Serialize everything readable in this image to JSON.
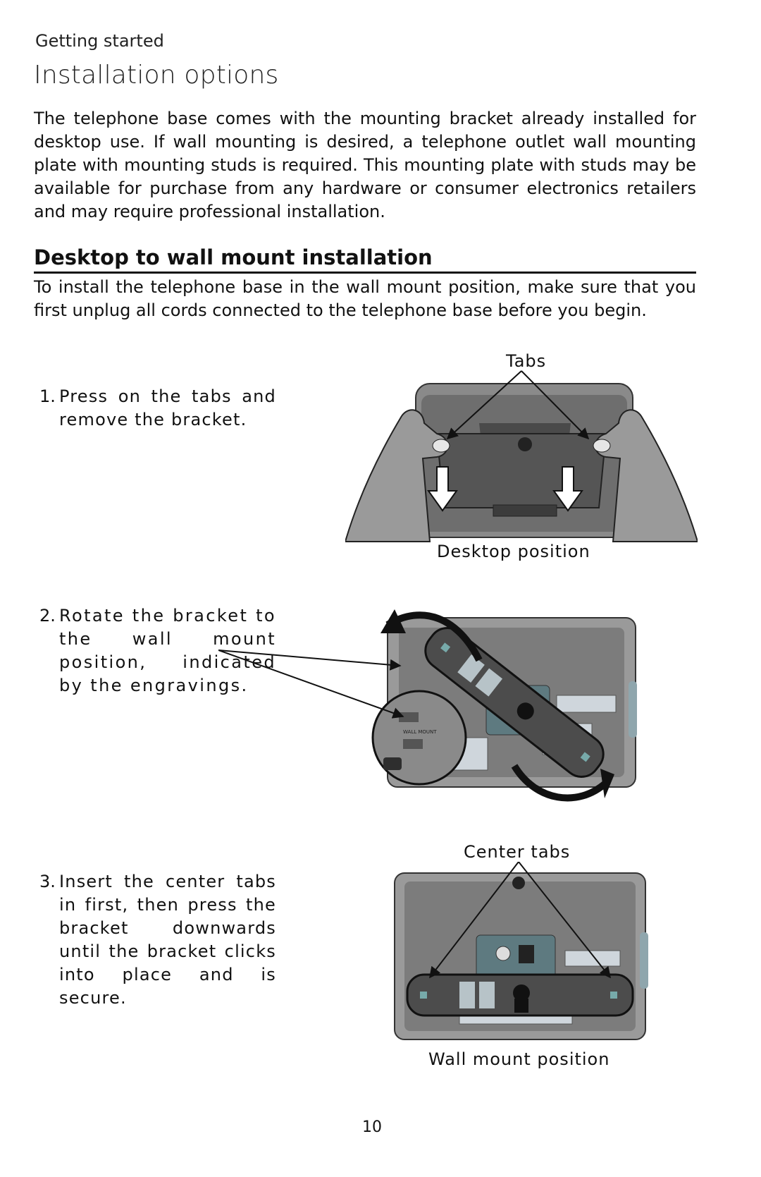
{
  "header": {
    "section": "Getting started",
    "title": "Installation options"
  },
  "intro": "The telephone base comes with the mounting bracket already installed for desktop use. If wall mounting is desired, a telephone outlet wall mounting plate with mounting studs is required. This mounting plate with studs may be available for purchase from any hardware or consumer electronics retailers and may require professional installation.",
  "section": {
    "heading": "Desktop to wall mount installation",
    "note": "To install the telephone base in the wall mount position, make sure that you first unplug all cords connected to the telephone base before you begin."
  },
  "steps": [
    {
      "number": "1.",
      "text": "Press on the tabs and remove the bracket."
    },
    {
      "number": "2.",
      "text": "Rotate the bracket to the wall mount position, indicated by the engravings."
    },
    {
      "number": "3.",
      "text": "Insert the center tabs in first, then press the bracket downwards until the bracket clicks into place and is secure."
    }
  ],
  "figures": {
    "fig1": {
      "callout": "Tabs",
      "caption": "Desktop position"
    },
    "fig2": {
      "engraving": "WALL MOUNT"
    },
    "fig3": {
      "callout": "Center tabs",
      "caption": "Wall mount position"
    }
  },
  "footer": {
    "page_number": "10"
  }
}
